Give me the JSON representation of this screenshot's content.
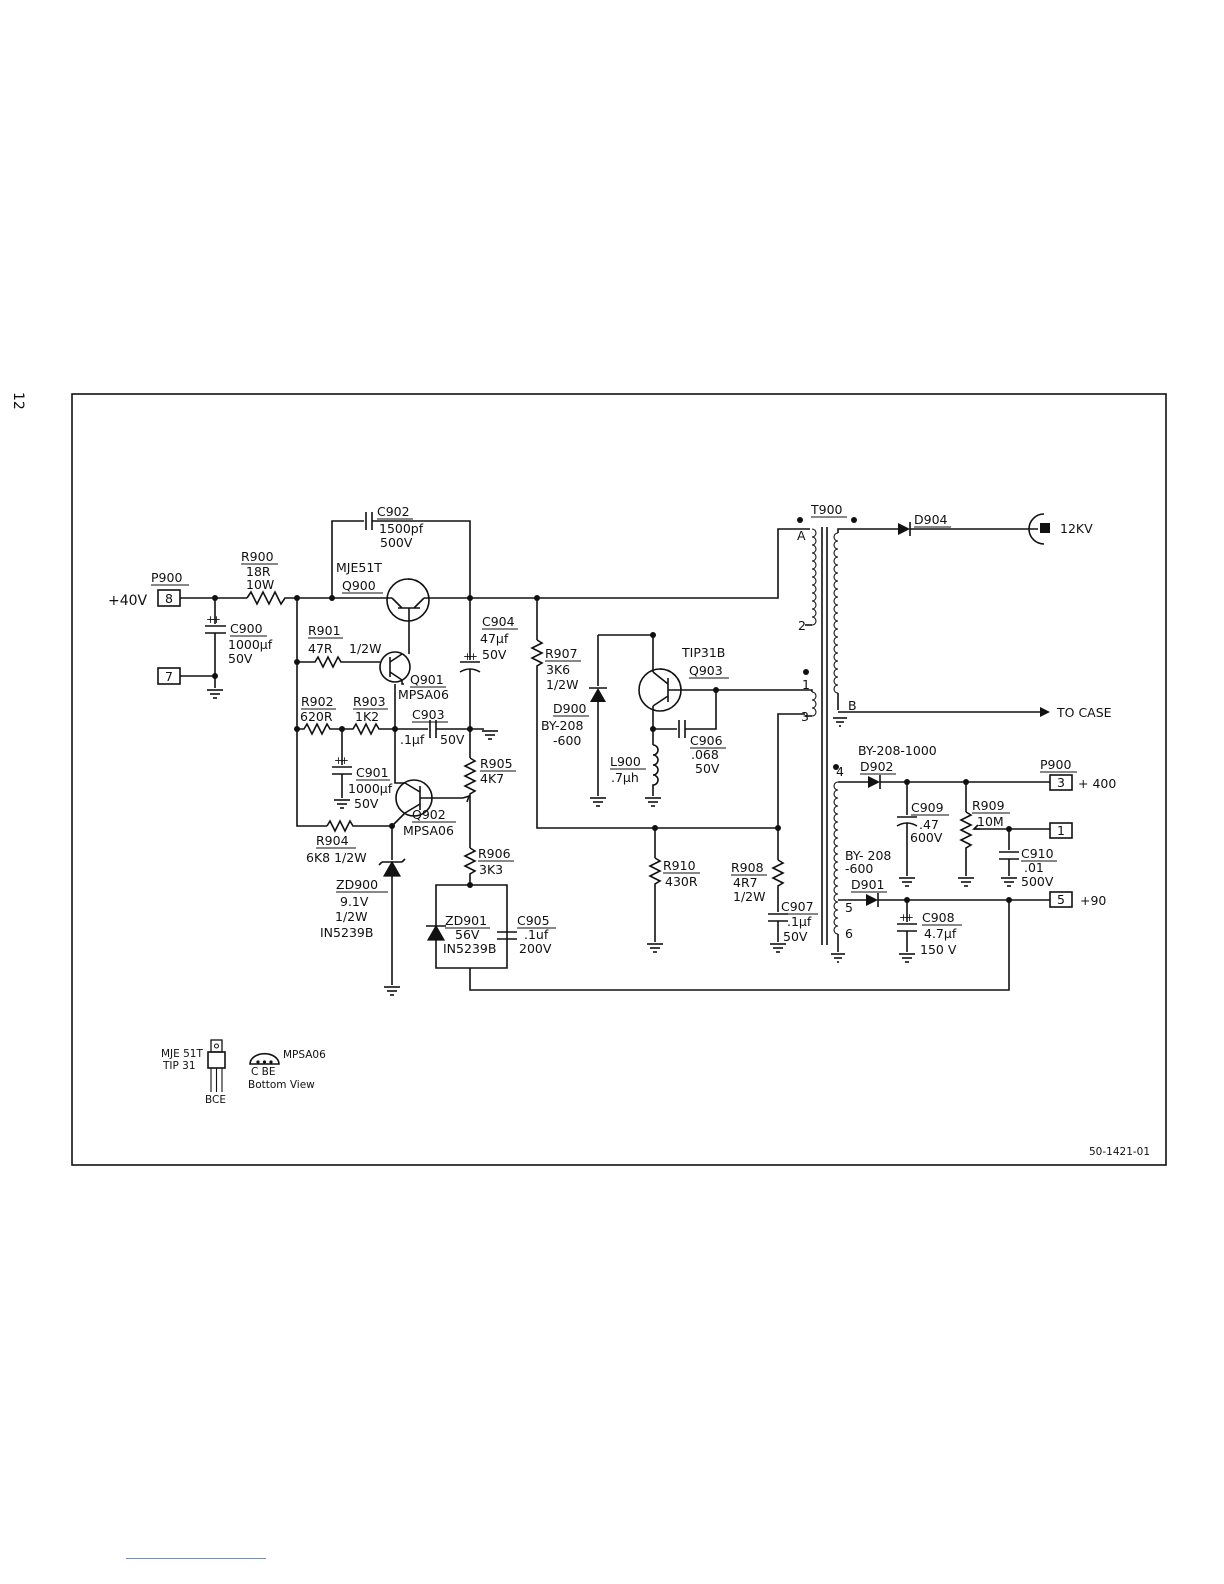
{
  "page": {
    "number": "12",
    "drawing_number": "50-1421-01"
  },
  "inputs": {
    "supply": "+40V",
    "connector": "P900",
    "pin_8": "8",
    "pin_7": "7"
  },
  "components": {
    "r900": {
      "ref": "R900",
      "value": "18R",
      "rating": "10W"
    },
    "c900": {
      "ref": "C900",
      "value": "1000µf",
      "rating": "50V"
    },
    "c902": {
      "ref": "C902",
      "value": "1500pf",
      "rating": "500V"
    },
    "q900": {
      "ref": "Q900",
      "type": "MJE51T"
    },
    "r901": {
      "ref": "R901",
      "value": "47R",
      "rating": "1/2W"
    },
    "q901": {
      "ref": "Q901",
      "type": "MPSA06"
    },
    "r902": {
      "ref": "R902",
      "value": "620R"
    },
    "r903": {
      "ref": "R903",
      "value": "1K2"
    },
    "c903": {
      "ref": "C903",
      "value": ".1µf",
      "rating": "50V"
    },
    "c901": {
      "ref": "C901",
      "value": "1000µf",
      "rating": "50V"
    },
    "q902": {
      "ref": "Q902",
      "type": "MPSA06"
    },
    "r904": {
      "ref": "R904",
      "value": "6K8 1/2W"
    },
    "zd900": {
      "ref": "ZD900",
      "value": "9.1V",
      "rating": "1/2W",
      "type": "IN5239B"
    },
    "c904": {
      "ref": "C904",
      "value": "47µf",
      "rating": "50V"
    },
    "r905": {
      "ref": "R905",
      "value": "4K7"
    },
    "r906": {
      "ref": "R906",
      "value": "3K3"
    },
    "zd901": {
      "ref": "ZD901",
      "value": "56V",
      "type": "IN5239B"
    },
    "c905": {
      "ref": "C905",
      "value": ".1uf",
      "rating": "200V"
    },
    "r907": {
      "ref": "R907",
      "value": "3K6",
      "rating": "1/2W"
    },
    "d900": {
      "ref": "D900",
      "type": "BY-208",
      "type2": "-600"
    },
    "q903": {
      "ref": "Q903",
      "type": "TIP31B"
    },
    "c906": {
      "ref": "C906",
      "value": ".068",
      "rating": "50V"
    },
    "l900": {
      "ref": "L900",
      "value": ".7µh"
    },
    "r910": {
      "ref": "R910",
      "value": "430R"
    },
    "r908": {
      "ref": "R908",
      "value": "4R7",
      "rating": "1/2W"
    },
    "c907": {
      "ref": "C907",
      "value": ".1µf",
      "rating": "50V"
    },
    "t900": {
      "ref": "T900",
      "tap_a": "A",
      "tap_b": "B",
      "tap_1": "1",
      "tap_2": "2",
      "tap_3": "3",
      "tap_4": "4",
      "tap_5": "5",
      "tap_6": "6"
    },
    "d904": {
      "ref": "D904"
    },
    "d902": {
      "ref": "D902",
      "type": "BY-208-1000"
    },
    "c909": {
      "ref": "C909",
      "value": ".47",
      "rating": "600V"
    },
    "r909": {
      "ref": "R909",
      "value": "10M"
    },
    "c910": {
      "ref": "C910",
      "value": ".01",
      "rating": "500V"
    },
    "d901": {
      "ref": "D901",
      "type": "BY- 208",
      "type2": "-600"
    },
    "c908": {
      "ref": "C908",
      "value": "4.7µf",
      "rating": "150 V"
    }
  },
  "outputs": {
    "hv": "12KV",
    "case": "TO CASE",
    "connector": "P900",
    "pin_3": "3",
    "v400": "+ 400",
    "pin_1": "1",
    "pin_5": "5",
    "v90": "+90"
  },
  "legend": {
    "to220_l1": "MJE 51T",
    "to220_l2": "TIP 31",
    "to220_pins": "BCE",
    "to92_name": "MPSA06",
    "to92_pins": "C BE",
    "to92_view": "Bottom View"
  }
}
